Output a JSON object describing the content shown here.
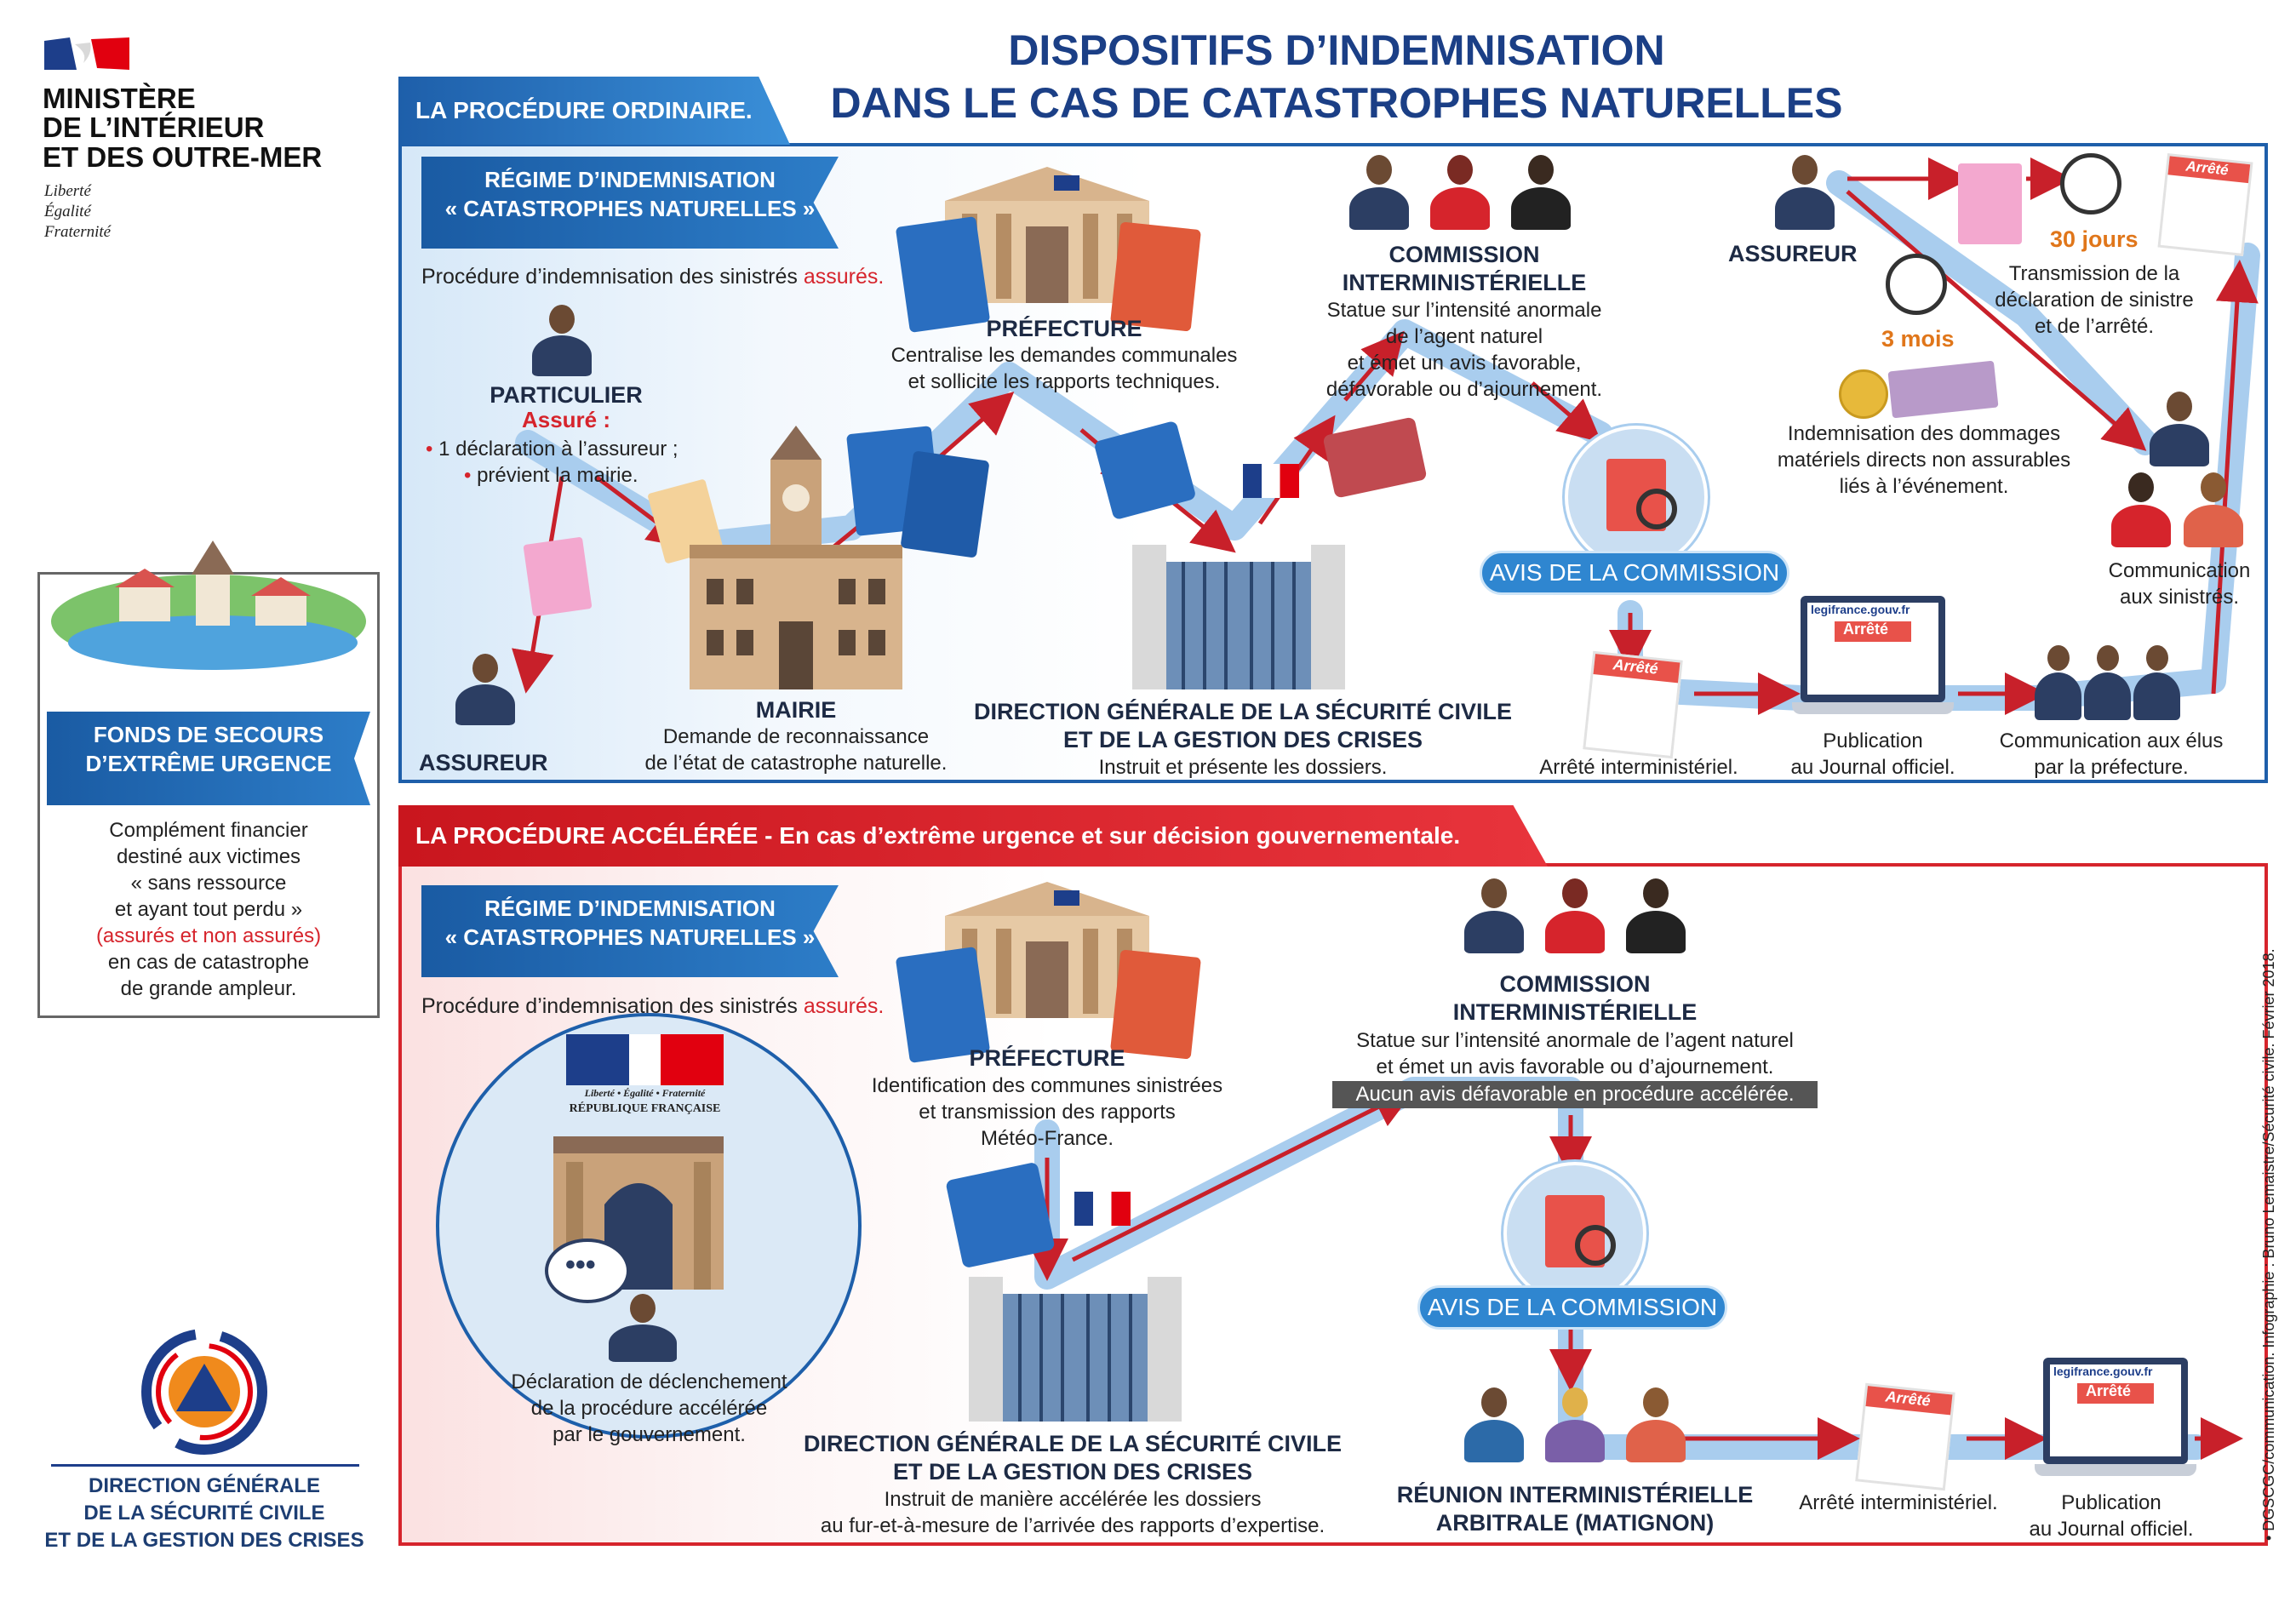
{
  "title": {
    "line1": "DISPOSITIFS D’INDEMNISATION",
    "line2": "DANS LE CAS DE CATASTROPHES NATURELLES"
  },
  "ministry": {
    "line1": "MINISTÈRE",
    "line2": "DE L’INTÉRIEUR",
    "line3": "ET DES OUTRE-MER",
    "motto1": "Liberté",
    "motto2": "Égalité",
    "motto3": "Fraternité"
  },
  "ordinary": {
    "tab": "LA PROCÉDURE ORDINAIRE.",
    "regime": {
      "line1": "RÉGIME D’INDEMNISATION",
      "line2": "« CATASTROPHES NATURELLES »"
    },
    "subtitle_pre": "Procédure d’indemnisation des sinistrés ",
    "subtitle_red": "assurés.",
    "particulier": {
      "title": "PARTICULIER",
      "assure": "Assuré :",
      "b1": "1 déclaration à l’assureur ;",
      "b2": "prévient la mairie."
    },
    "assureur_left": "ASSUREUR",
    "mairie": {
      "title": "MAIRIE",
      "d1": "Demande de reconnaissance",
      "d2": "de l’état de catastrophe naturelle."
    },
    "prefecture": {
      "title": "PRÉFECTURE",
      "d1": "Centralise les demandes communales",
      "d2": "et sollicite les rapports techniques."
    },
    "dgscgc": {
      "t1": "DIRECTION GÉNÉRALE DE LA SÉCURITÉ CIVILE",
      "t2": "ET DE LA GESTION DES CRISES",
      "d1": "Instruit et présente les dossiers."
    },
    "commission": {
      "t1": "COMMISSION",
      "t2": "INTERMINISTÉRIELLE",
      "d1": "Statue sur l’intensité anormale",
      "d2": "de l’agent naturel",
      "d3": "et émet un avis favorable,",
      "d4": "défavorable ou d’ajournement."
    },
    "avis": "AVIS DE LA COMMISSION",
    "arrete_label": "Arrêté interministériel.",
    "arrete_doc": "Arrêté",
    "legifrance": "legifrance.gouv.fr",
    "publication": {
      "d1": "Publication",
      "d2": "au Journal officiel."
    },
    "elus": {
      "d1": "Communication aux élus",
      "d2": "par la préfecture."
    },
    "sinistres": {
      "d1": "Communication",
      "d2": "aux sinistrés."
    },
    "assureur_right": "ASSUREUR",
    "trente": "30 jours",
    "transmission": {
      "d1": "Transmission de la",
      "d2": "déclaration de sinistre",
      "d3": "et de l’arrêté."
    },
    "trois": "3 mois",
    "indemnisation": {
      "d1": "Indemnisation des dommages",
      "d2": "matériels directs non assurables",
      "d3": "liés à l’événement."
    }
  },
  "fonds": {
    "banner1": "FONDS DE SECOURS",
    "banner2": "D’EXTRÊME URGENCE",
    "d1": "Complément financier",
    "d2": "destiné aux victimes",
    "d3": "« sans ressource",
    "d4": "et ayant tout perdu »",
    "d5": "(assurés et non assurés)",
    "d6": "en cas de catastrophe",
    "d7": "de grande ampleur."
  },
  "accelerated": {
    "tab": "LA PROCÉDURE ACCÉLÉRÉE - En cas d’extrême urgence et sur décision gouvernementale.",
    "regime": {
      "line1": "RÉGIME D’INDEMNISATION",
      "line2": "« CATASTROPHES NATURELLES »"
    },
    "subtitle_pre": "Procédure d’indemnisation des sinistrés ",
    "subtitle_red": "assurés.",
    "rf": {
      "motto": "Liberté • Égalité • Fraternité",
      "name": "RÉPUBLIQUE FRANÇAISE"
    },
    "declaration": {
      "d1": "Déclaration de déclenchement",
      "d2": "de la procédure accélérée",
      "d3": "par le gouvernement."
    },
    "prefecture": {
      "title": "PRÉFECTURE",
      "d1": "Identification des communes sinistrées",
      "d2": "et transmission des rapports",
      "d3": "Météo-France."
    },
    "dgscgc": {
      "t1": "DIRECTION GÉNÉRALE DE LA SÉCURITÉ CIVILE",
      "t2": "ET DE LA GESTION DES CRISES",
      "d1": "Instruit de manière accélérée les dossiers",
      "d2": "au fur-et-à-mesure de l’arrivée des rapports d’expertise."
    },
    "commission": {
      "t1": "COMMISSION",
      "t2": "INTERMINISTÉRIELLE",
      "d1": "Statue sur l’intensité anormale de l’agent naturel",
      "d2": "et émet un avis favorable ou d’ajournement.",
      "note": "Aucun avis défavorable en procédure accélérée."
    },
    "avis": "AVIS DE LA COMMISSION",
    "reunion": {
      "t1": "RÉUNION INTERMINISTÉRIELLE",
      "t2": "ARBITRALE (MATIGNON)"
    },
    "arrete_label": "Arrêté interministériel.",
    "arrete_doc": "Arrêté",
    "legifrance": "legifrance.gouv.fr",
    "publication": {
      "d1": "Publication",
      "d2": "au Journal officiel."
    }
  },
  "footer": {
    "dg1": "DIRECTION GÉNÉRALE",
    "dg2": "DE LA SÉCURITÉ CIVILE",
    "dg3": "ET DE LA GESTION DES CRISES"
  },
  "credit": "• DGSCGC/communication. Infographie : Bruno Lemaistre/Sécurité civile. Février 2018.",
  "colors": {
    "navy": "#1d3e73",
    "blue": "#2f86d0",
    "red": "#d6242c",
    "arrow_red": "#c8202a",
    "flow_blue": "#a9cdee"
  }
}
